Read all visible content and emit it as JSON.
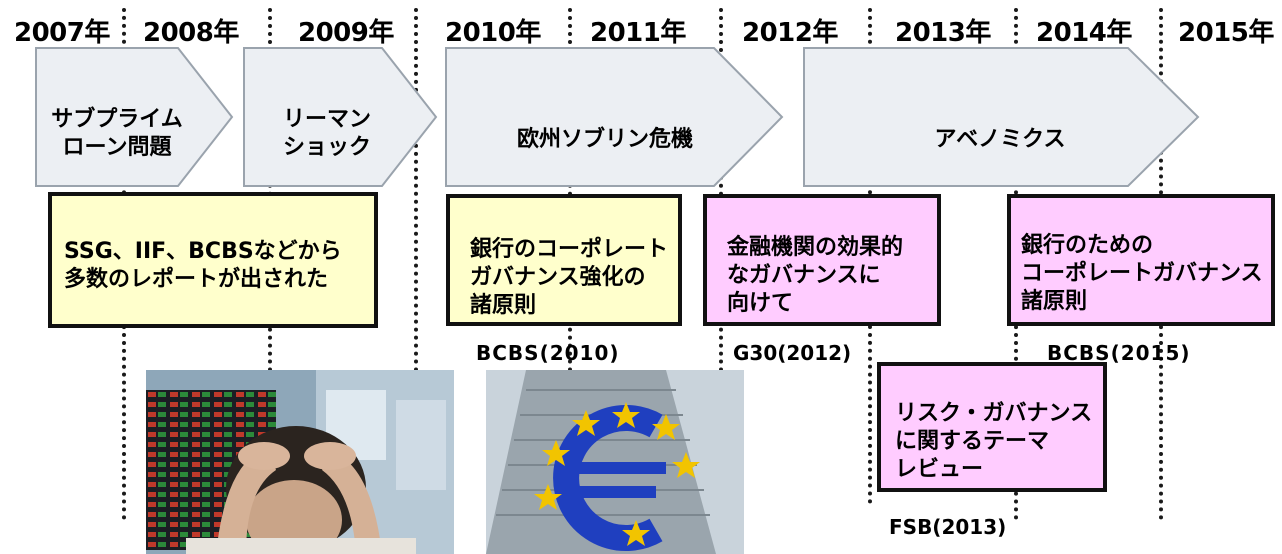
{
  "timeline": {
    "years": [
      "2007年",
      "2008年",
      "2009年",
      "2010年",
      "2011年",
      "2012年",
      "2013年",
      "2014年",
      "2015年"
    ]
  },
  "events": [
    {
      "lines": [
        "サブプライム",
        "ローン問題"
      ]
    },
    {
      "lines": [
        "リーマン",
        "ショック"
      ]
    },
    {
      "lines": [
        "欧州ソブリン危機"
      ]
    },
    {
      "lines": [
        "アベノミクス"
      ]
    }
  ],
  "reports": [
    {
      "lines": [
        "SSG、IIF、BCBSなどから",
        "多数のレポートが出された"
      ],
      "color": "#ffffcc",
      "source": ""
    },
    {
      "lines": [
        "銀行のコーポレート",
        "ガバナンス強化の",
        "諸原則"
      ],
      "color": "#ffffcc",
      "source": "BCBS(2010)"
    },
    {
      "lines": [
        "金融機関の効果的",
        "なガバナンスに",
        "向けて"
      ],
      "color": "#ffccff",
      "source": "G30(2012)"
    },
    {
      "lines": [
        "銀行のための",
        "コーポレートガバナンス",
        "諸原則"
      ],
      "color": "#ffccff",
      "source": "BCBS(2015)"
    },
    {
      "lines": [
        "リスク・ガバナンス",
        "に関するテーマ",
        "レビュー"
      ],
      "color": "#ffccff",
      "source": "FSB(2013)"
    }
  ],
  "images": {
    "left": "stressed-trader-photo",
    "right": "euro-sign-sculpture-photo"
  },
  "colors": {
    "arrow_fill": "#eceff3",
    "arrow_stroke": "#9aa3ad",
    "yellow_box": "#ffffcc",
    "pink_box": "#ffccff"
  }
}
